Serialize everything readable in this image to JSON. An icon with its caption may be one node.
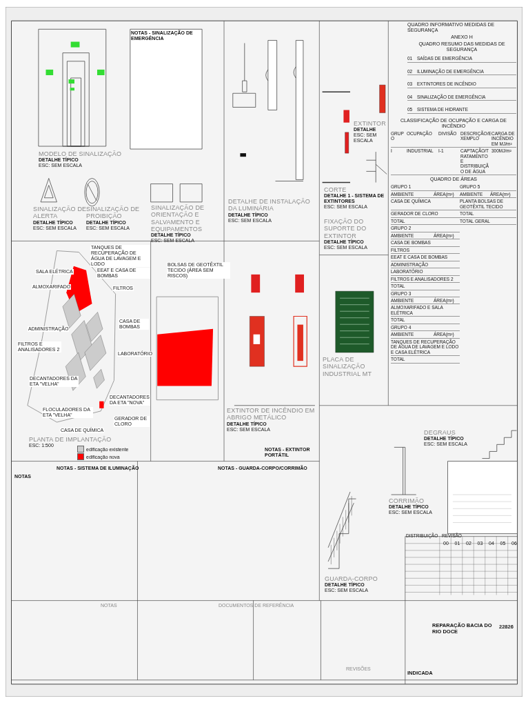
{
  "diagram": {
    "labels": [
      "NOTAS - SINALIZAÇÃO DE EMERGÊNCIA",
      "MODELO DE SINALIZAÇÃO",
      "DETALHE TÍPICO",
      "ESC: SEM ESCALA",
      "SINALIZAÇÃO DE ALERTA",
      "DETALHE TÍPICO",
      "ESC: SEM ESCALA",
      "SINALIZAÇÃO DE PROIBIÇÃO",
      "DETALHE TÍPICO",
      "ESC: SEM ESCALA",
      "SINALIZAÇÃO DE ORIENTAÇÃO E SALVAMENTO E EQUIPAMENTOS",
      "DETALHE TÍPICO",
      "ESC: SEM ESCALA",
      "DETALHE DE INSTALAÇÃO DA LUMINÁRIA",
      "DETALHE TÍPICO",
      "ESC: SEM ESCALA",
      "CORTE",
      "DETALHE 1 - SISTEMA DE EXTINTORES",
      "ESC: SEM ESCALA",
      "EXTINTOR",
      "DETALHE",
      "ESC: SEM ESCALA",
      "FIXAÇÃO DO SUPORTE DO EXTINTOR",
      "DETALHE TÍPICO",
      "ESC: SEM ESCALA",
      "TANQUES DE RECUPERAÇÃO DE ÁGUA DE LAVAGEM E LODO",
      "SALA ELÉTRICA",
      "EEAT E CASA DE BOMBAS",
      "ALMOXARIFADO",
      "FILTROS",
      "ADMINISTRAÇÃO",
      "CASA DE BOMBAS",
      "LABORATÓRIO",
      "FILTROS E ANALISADORES 2",
      "DECANTADORES DA ETA \"VELHA\"",
      "FLOCULADORES DA ETA \"VELHA\"",
      "CASA DE QUÍMICA",
      "DECANTADORES DA ETA \"NOVA\"",
      "GERADOR DE CLORO",
      "BOLSAS DE GEOTÊXTIL TECIDO (ÁREA SEM RISCOS)",
      "PLANTA DE IMPLANTAÇÃO",
      "ESC: 1:500",
      "NOTAS - SISTEMA DE ILUMINAÇÃO",
      "NOTAS",
      "EXTINTOR DE INCÊNDIO EM ABRIGO METÁLICO",
      "DETALHE TÍPICO",
      "ESC: SEM ESCALA",
      "NOTAS - EXTINTOR PORTÁTIL",
      "NOTAS - GUARDA-CORPO/CORRIMÃO",
      "PLACA DE SINALIZAÇÃO INDUSTRIAL MT",
      "GUARDA-CORPO",
      "DETALHE TÍPICO",
      "ESC: SEM ESCALA",
      "CORRIMÃO",
      "DETALHE TÍPICO",
      "ESC: SEM ESCALA",
      "DEGRAUS",
      "DETALHE TÍPICO",
      "ESC: SEM ESCALA",
      "NOTAS",
      "DOCUMENTOS DE REFERÊNCIA",
      "DISTRIBUIÇÃO",
      "REVISÃO",
      "00",
      "01",
      "02",
      "03",
      "04",
      "05",
      "06",
      "REVISÕES",
      "REPARAÇÃO BACIA DO RIO DOCE",
      "22826",
      "INDICADA",
      "QUADRO INFORMATIVO MEDIDAS DE SEGURANÇA",
      "ANEXO H",
      "QUADRO RESUMO DAS MEDIDAS DE SEGURANÇA",
      "01",
      "SAÍDAS DE EMERGÊNCIA",
      "02",
      "ILUMINAÇÃO DE EMERGÊNCIA",
      "03",
      "EXTINTORES DE INCÊNDIO",
      "04",
      "SINALIZAÇÃO DE EMERGÊNCIA",
      "05",
      "SISTEMA DE HIDRANTE",
      "CLASSIFICAÇÃO DE OCUPAÇÃO E CARGA DE INCÊNDIO",
      "GRUPO",
      "OCUPAÇÃO",
      "DIVISÃO",
      "DESCRIÇÃO/EXEMPLO",
      "CARGA DE INCÊNDIO EM MJ/m²",
      "I",
      "INDUSTRIAL",
      "I-1",
      "CAPTAÇÃO/TRATAMENTO E DISTRIBUIÇÃO DE ÁGUA",
      "300MJ/m²",
      "QUADRO DE ÁREAS",
      "GRUPO 1",
      "GRUPO 5",
      "AMBIENTE",
      "ÁREA(m²)",
      "AMBIENTE",
      "ÁREA(m²)",
      "CASA DE QUÍMICA",
      "PLANTA BOLSAS DE GEOTÊXTIL TECIDO",
      "GERADOR DE CLORO",
      "TOTAL",
      "TOTAL",
      "TOTAL GERAL",
      "GRUPO 2",
      "AMBIENTE",
      "ÁREA(m²)",
      "CASA DE BOMBAS",
      "FILTROS",
      "EEAT E CASA DE BOMBAS",
      "ADMINISTRAÇÃO",
      "LABORATÓRIO",
      "FILTROS E ANALISADORES 2",
      "TOTAL",
      "GRUPO 3",
      "AMBIENTE",
      "ÁREA(m²)",
      "ALMOXARIFADO E SALA ELÉTRICA",
      "TOTAL",
      "GRUPO 4",
      "AMBIENTE",
      "ÁREA(m²)",
      "TANQUES DE RECUPERAÇÃO DE ÁGUA DE LAVAGEM E LODO E CASA ELÉTRICA",
      "TOTAL"
    ],
    "legend": [
      {
        "text": "edificação existente",
        "color": "#cccccc"
      },
      {
        "text": "edificação nova",
        "color": "#ff0000"
      }
    ]
  }
}
